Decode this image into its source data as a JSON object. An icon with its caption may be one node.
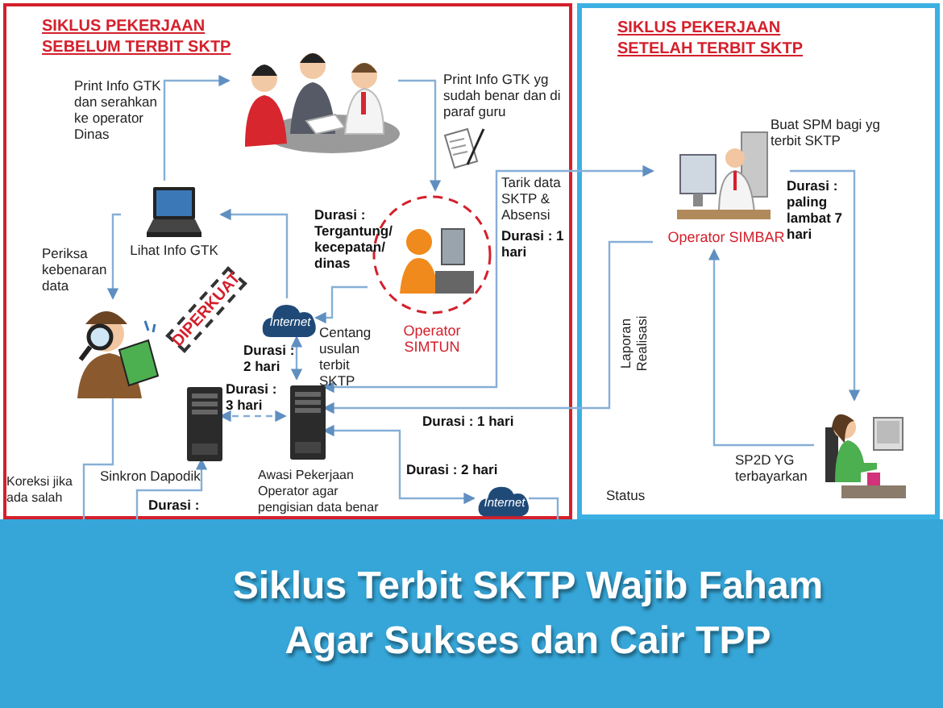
{
  "diagram": {
    "title": "Siklus Terbit SKTP Wajib Faham Agar Sukses dan Cair TPP",
    "nodes": [
      {
        "text": [
          "SIKLUS PEKERJAAN SEBELUM TERBIT SKTP"
        ]
      },
      {
        "text": [
          "SIKLUS PEKERJAAN SETELAH TERBIT SKTP"
        ]
      },
      {
        "text": [],
        "shape": "picture",
        "in": 0
      },
      {
        "text": [
          "Lihat Info GTK"
        ],
        "in": 0
      },
      {
        "text": [],
        "shape": "picture",
        "in": 0
      },
      {
        "text": [
          "Operator SIMTUN"
        ],
        "in": 0
      },
      {
        "text": [
          "Internet"
        ],
        "in": 0
      },
      {
        "text": [],
        "shape": "picture",
        "in": 0
      },
      {
        "text": [],
        "shape": "picture",
        "in": 0
      },
      {
        "text": [
          "Internet"
        ],
        "in": 0
      },
      {
        "text": [
          "Operator SIMBAR"
        ],
        "in": 1
      },
      {
        "text": [],
        "shape": "picture",
        "in": 1
      },
      {
        "text": [
          "DIPERKUAT"
        ],
        "in": 0
      }
    ],
    "edges": [
      {
        "from": 3,
        "to": 2,
        "arrow": "to",
        "label": "Print Info GTK dan serahkan ke operator Dinas"
      },
      {
        "from": 2,
        "to": 5,
        "arrow": "to",
        "label": "Print Info GTK yg sudah benar dan di paraf guru"
      },
      {
        "from": 6,
        "to": 3,
        "arrow": "to"
      },
      {
        "from": 5,
        "to": 6,
        "arrow": "to",
        "label": "Centang usulan terbit SKTP"
      },
      {
        "from": 3,
        "to": 4,
        "arrow": "to"
      },
      {
        "from": 6,
        "to": 8,
        "arrow": "both",
        "label": "Durasi : 2 hari"
      },
      {
        "from": 7,
        "to": 8,
        "arrow": "both",
        "style": "dashed",
        "label": "Durasi : 3 hari"
      },
      {
        "from": 4,
        "to": null,
        "arrow": "none"
      },
      {
        "from": null,
        "to": 7,
        "arrow": "to",
        "label": "Sinkron Dapodik"
      },
      {
        "from": 8,
        "to": 10,
        "arrow": "both",
        "label": "Tarik data SKTP & Absensi"
      },
      {
        "from": 10,
        "to": 8,
        "arrow": "to",
        "label": "Laporan Realisasi"
      },
      {
        "from": 9,
        "to": 8,
        "arrow": "both",
        "label": "Durasi : 2 hari"
      },
      {
        "from": 10,
        "to": 11,
        "arrow": "to"
      },
      {
        "from": 11,
        "to": 10,
        "arrow": "to",
        "label": "SP2D YG terbayarkan"
      },
      {
        "from": 9,
        "to": null,
        "arrow": "none"
      }
    ],
    "labels": [
      "Durasi : Tergantung/ kecepatan/ dinas",
      "Periksa kebenaran data",
      "Durasi : 1 hari",
      "Buat SPM bagi yg terbit SKTP",
      "Durasi : paling lambat 7 hari",
      "Durasi : 1 hari",
      "Koreksi jika ada salah",
      "Durasi :",
      "Awasi Pekerjaan Operator agar pengisian data benar",
      "Status"
    ]
  }
}
